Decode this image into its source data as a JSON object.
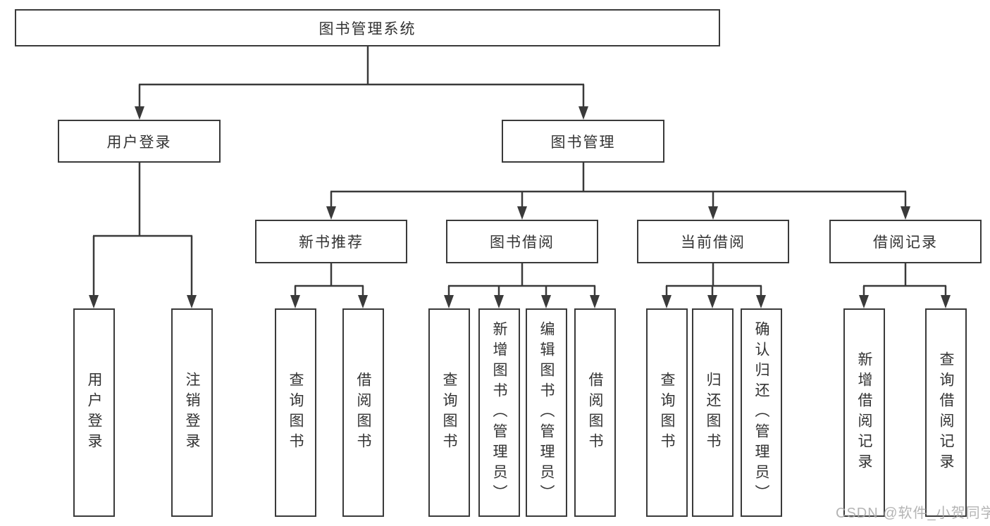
{
  "diagram": {
    "root": {
      "label": "图书管理系统"
    },
    "branches": [
      {
        "label": "用户登录",
        "children": [
          {
            "label": "用户登录"
          },
          {
            "label": "注销登录"
          }
        ]
      },
      {
        "label": "图书管理",
        "children": [
          {
            "label": "新书推荐",
            "children": [
              {
                "label": "查询图书"
              },
              {
                "label": "借阅图书"
              }
            ]
          },
          {
            "label": "图书借阅",
            "children": [
              {
                "label": "查询图书"
              },
              {
                "label": "新增图书（管理员）"
              },
              {
                "label": "编辑图书（管理员）"
              },
              {
                "label": "借阅图书"
              }
            ]
          },
          {
            "label": "当前借阅",
            "children": [
              {
                "label": "查询图书"
              },
              {
                "label": "归还图书"
              },
              {
                "label": "确认归还（管理员）"
              }
            ]
          },
          {
            "label": "借阅记录",
            "children": [
              {
                "label": "新增借阅记录"
              },
              {
                "label": "查询借阅记录"
              }
            ]
          }
        ]
      }
    ]
  },
  "watermark": {
    "text": "CSDN @软件_小贺同学"
  },
  "colors": {
    "line": "#3a3a3a",
    "box_border": "#3a3a3a",
    "text": "#333333",
    "watermark": "#a8a8a8",
    "background": "#ffffff"
  }
}
